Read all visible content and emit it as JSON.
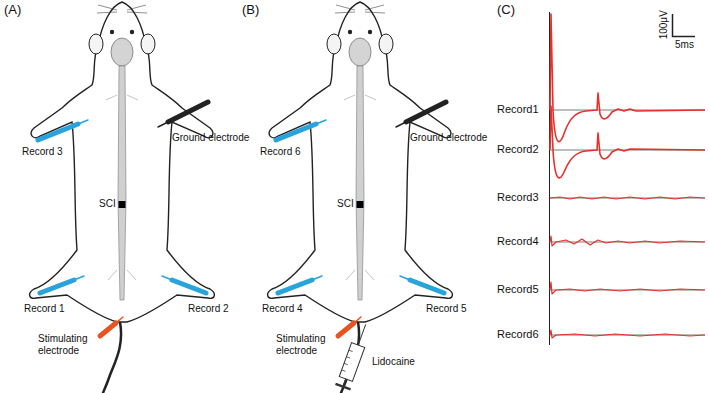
{
  "diagram": {
    "labels": [
      "(A)",
      "(B)",
      "(C)",
      "Record 3",
      "Ground electrode",
      "SCI",
      "Record 1",
      "Record 2",
      "Stimulating electrode",
      "Record 6",
      "Ground electrode",
      "SCI",
      "Record 4",
      "Record 5",
      "Stimulating electrode",
      "Lidocaine",
      "100μV",
      "5ms",
      "Record1",
      "Record2",
      "Record3",
      "Record4",
      "Record5",
      "Record6"
    ]
  }
}
